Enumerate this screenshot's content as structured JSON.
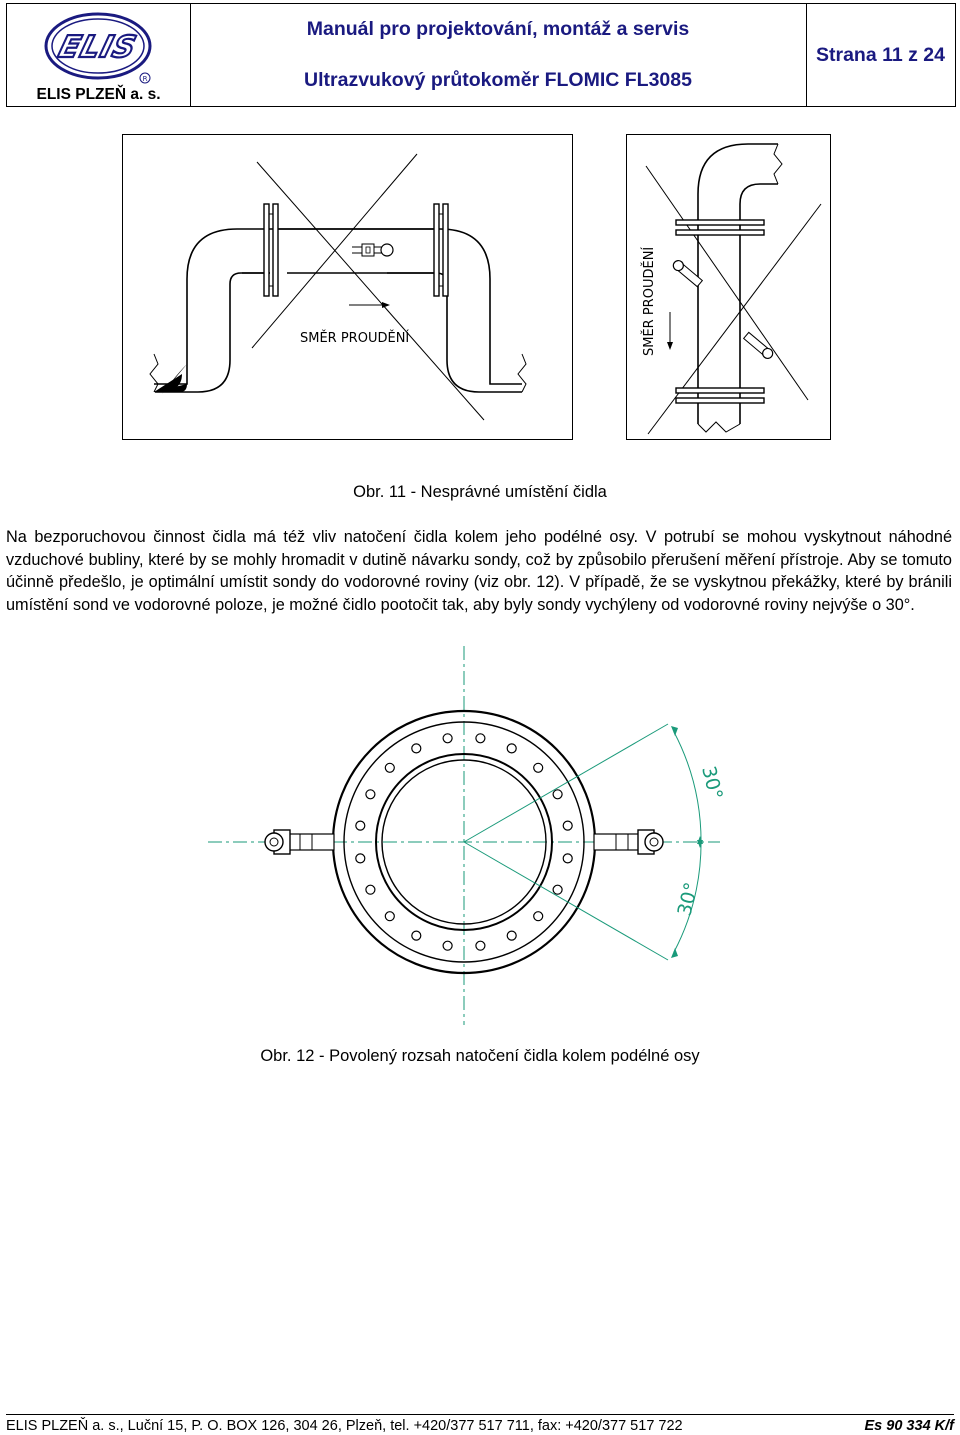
{
  "header": {
    "company": "ELIS PLZEŇ a. s.",
    "logo_text": "ELIS",
    "title_line1": "Manuál pro projektování, montáž a servis",
    "title_line2": "Ultrazvukový průtokoměr FLOMIC FL3085",
    "page_label": "Strana 11 z 24"
  },
  "figure11": {
    "label_left": "SMĚR PROUDĚNÍ",
    "label_right": "SMĚR PROUDĚNÍ",
    "caption": "Obr. 11 - Nesprávné umístění čidla"
  },
  "paragraph": "Na bezporuchovou činnost čidla má též vliv natočení čidla kolem jeho podélné osy. V potrubí se mohou vyskytnout náhodné vzduchové bubliny, které by se mohly hromadit v dutině návarku sondy, což by způsobilo přerušení měření přístroje. Aby se tomuto účinně předešlo, je optimální umístit sondy do vodorovné roviny (viz obr. 12). V případě, že se vyskytnou překážky, které by bránili umístění sond ve vodorovné poloze, je možné čidlo pootočit tak, aby byly sondy vychýleny od vodorovné roviny nejvýše o 30°.",
  "figure12": {
    "angle_upper": "30°",
    "angle_lower": "30°",
    "caption": "Obr. 12 - Povolený rozsah natočení čidla kolem podélné osy"
  },
  "footer": {
    "address": "ELIS PLZEŇ a. s., Luční 15, P. O. BOX 126, 304 26, Plzeň, tel. +420/377 517 711, fax: +420/377 517 722",
    "doc_code": "Es 90 334 K/f"
  }
}
